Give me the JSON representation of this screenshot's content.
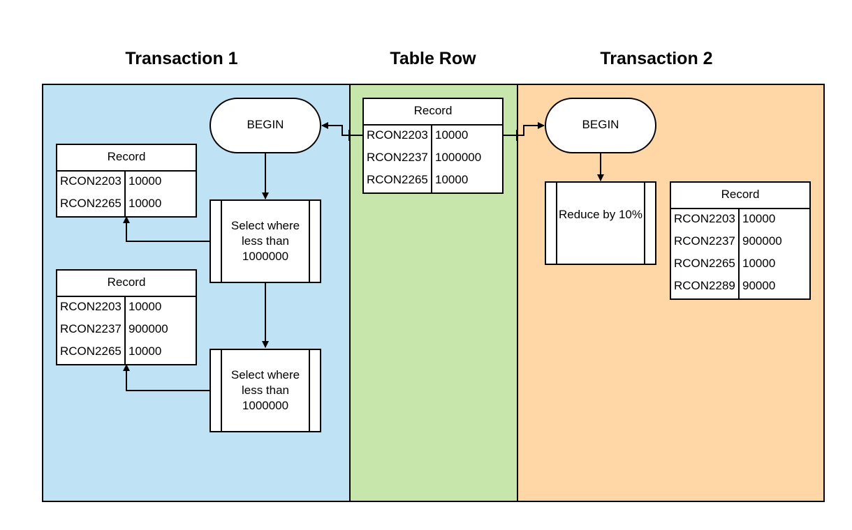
{
  "lanes": [
    {
      "title": "Transaction 1",
      "color": "#c0e2f5"
    },
    {
      "title": "Table Row",
      "color": "#c7e6ab"
    },
    {
      "title": "Transaction 2",
      "color": "#ffd7a6"
    }
  ],
  "transaction1": {
    "begin_label": "BEGIN",
    "process1_label": "Select where less than 1000000",
    "process2_label": "Select where less than 1000000",
    "record1": {
      "title": "Record",
      "rows": [
        {
          "key": "RCON2203",
          "value": "10000"
        },
        {
          "key": "RCON2265",
          "value": "10000"
        }
      ]
    },
    "record2": {
      "title": "Record",
      "rows": [
        {
          "key": "RCON2203",
          "value": "10000"
        },
        {
          "key": "RCON2237",
          "value": "900000"
        },
        {
          "key": "RCON2265",
          "value": "10000"
        }
      ]
    }
  },
  "table_row": {
    "record": {
      "title": "Record",
      "rows": [
        {
          "key": "RCON2203",
          "value": "10000"
        },
        {
          "key": "RCON2237",
          "value": "1000000"
        },
        {
          "key": "RCON2265",
          "value": "10000"
        }
      ]
    }
  },
  "transaction2": {
    "begin_label": "BEGIN",
    "process_label": "Reduce by 10%",
    "record": {
      "title": "Record",
      "rows": [
        {
          "key": "RCON2203",
          "value": "10000"
        },
        {
          "key": "RCON2237",
          "value": "900000"
        },
        {
          "key": "RCON2265",
          "value": "10000"
        },
        {
          "key": "RCON2289",
          "value": "90000"
        }
      ]
    }
  }
}
